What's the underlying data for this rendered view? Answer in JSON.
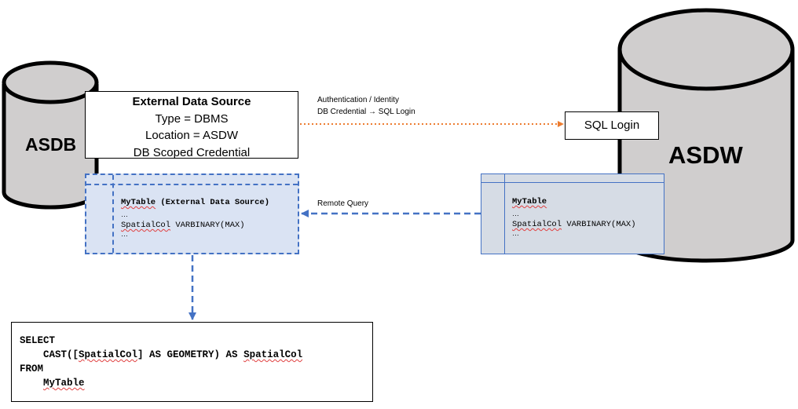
{
  "asdb": {
    "label": "ASDB"
  },
  "asdw": {
    "label": "ASDW"
  },
  "external_data_source": {
    "title": "External Data Source",
    "lines": [
      "Type = DBMS",
      "Location = ASDW",
      "DB Scoped Credential"
    ]
  },
  "auth": {
    "line1": "Authentication / Identity",
    "line2": "DB Credential → SQL Login"
  },
  "sql_login": {
    "label": "SQL Login"
  },
  "remote_query": {
    "label": "Remote Query"
  },
  "left_table": {
    "name": "MyTable",
    "suffix": " (External Data Source)",
    "ellipsis": "…",
    "col_name": "SpatialCol",
    "col_type": " VARBINARY(MAX)"
  },
  "right_table": {
    "name": "MyTable",
    "ellipsis": "…",
    "col_name": "SpatialCol",
    "col_type": " VARBINARY(MAX)"
  },
  "sql": {
    "select": "SELECT",
    "cast_open": "    CAST([",
    "cast_col": "SpatialCol",
    "cast_mid": "] AS GEOMETRY) AS ",
    "cast_alias": "SpatialCol",
    "from": "FROM",
    "indent": "    ",
    "table": "MyTable"
  },
  "colors": {
    "cylinder_fill": "#d0cece",
    "cylinder_stroke": "#000000",
    "table_dashed": "#4472c4",
    "left_table_fill": "#dae3f3",
    "right_table_fill": "#d6dce5",
    "auth_arrow": "#ed7d31",
    "query_arrow": "#4472c4"
  }
}
